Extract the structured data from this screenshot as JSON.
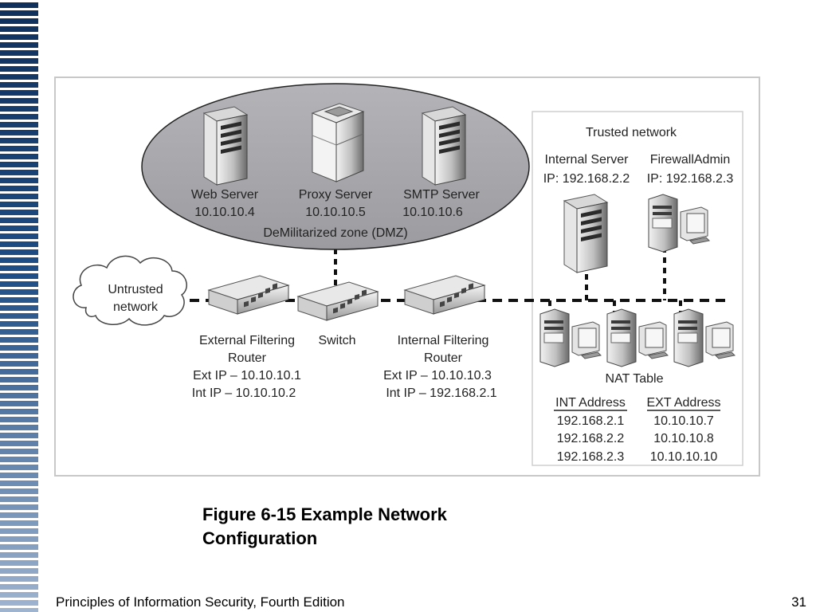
{
  "dmz": {
    "zone_label": "DeMilitarized zone (DMZ)",
    "servers": [
      {
        "name": "Web Server",
        "ip": "10.10.10.4",
        "icon": "tower-server-icon"
      },
      {
        "name": "Proxy Server",
        "ip": "10.10.10.5",
        "icon": "proxy-server-icon"
      },
      {
        "name": "SMTP Server",
        "ip": "10.10.10.6",
        "icon": "tower-server-icon"
      }
    ]
  },
  "untrusted": {
    "label_line1": "Untrusted",
    "label_line2": "network"
  },
  "external_router": {
    "name_line1": "External  Filtering",
    "name_line2": "Router",
    "ext_ip": "Ext IP – 10.10.10.1",
    "int_ip": "Int IP – 10.10.10.2"
  },
  "switch": {
    "name": "Switch"
  },
  "internal_router": {
    "name_line1": "Internal Filtering",
    "name_line2": "Router",
    "ext_ip": "Ext IP – 10.10.10.3",
    "int_ip": "Int IP – 192.168.2.1"
  },
  "trusted": {
    "title": "Trusted network",
    "internal_server": {
      "name": "Internal Server",
      "ip": "IP: 192.168.2.2"
    },
    "firewall_admin": {
      "name": "FirewallAdmin",
      "ip": "IP: 192.168.2.3"
    }
  },
  "nat_table": {
    "title": "NAT Table",
    "headers": [
      "INT Address",
      "EXT Address"
    ],
    "rows": [
      [
        "192.168.2.1",
        "10.10.10.7"
      ],
      [
        "192.168.2.2",
        "10.10.10.8"
      ],
      [
        "192.168.2.3",
        "10.10.10.10"
      ]
    ]
  },
  "caption": {
    "line1": "Figure 6-15 Example Network",
    "line2": "Configuration"
  },
  "footer": {
    "text": "Principles of Information Security, Fourth Edition",
    "page_number": "31"
  },
  "colors": {
    "dmz_fill": "#a9a9ad",
    "stripe_dark": "#10305a",
    "frame_border": "#c8c8c8"
  }
}
